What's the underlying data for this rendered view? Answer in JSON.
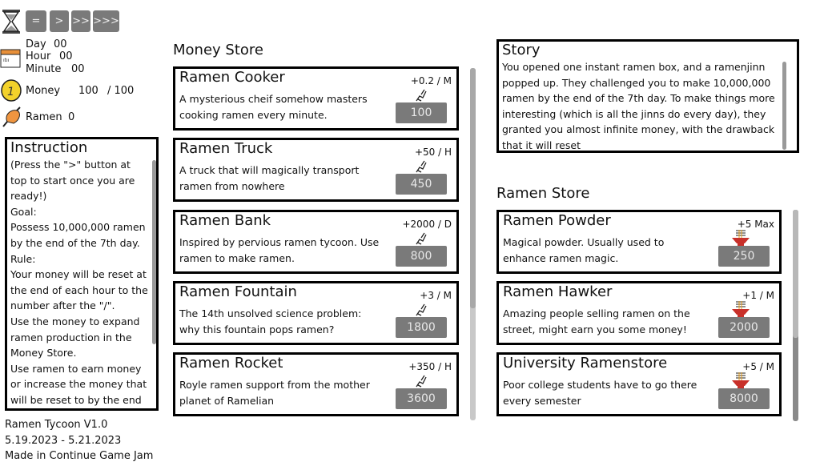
{
  "time_controls": {
    "pause": "=",
    "play": ">",
    "fast": ">>",
    "fastest": ">>>"
  },
  "stats": {
    "day_label": "Day",
    "day": "00",
    "hour_label": "Hour",
    "hour": "00",
    "minute_label": "Minute",
    "minute": "00",
    "money_label": "Money",
    "money": "100",
    "money_max": "/ 100",
    "ramen_label": "Ramen",
    "ramen": "0"
  },
  "instruction": {
    "title": "Instruction",
    "lines": [
      "(Press the \">\" button at top to start once you are ready!)",
      "Goal:",
      "Possess 10,000,000 ramen by the end of the 7th day.",
      "Rule:",
      "Your money will be reset at the end of each hour to the number after the \"/\".",
      "Use the money to expand ramen production in the Money Store.",
      "Use ramen to earn money or increase the money that will be reset to by the end"
    ]
  },
  "footer": {
    "version": "Ramen Tycoon V1.0",
    "dates": "5.19.2023 - 5.21.2023",
    "credit": "Made in Continue Game Jam"
  },
  "money_store": {
    "title": "Money Store",
    "items": [
      {
        "name": "Ramen Cooker",
        "rate": "+0.2 / M",
        "desc": "A mysterious cheif somehow masters cooking ramen every minute.",
        "price": "100"
      },
      {
        "name": "Ramen Truck",
        "rate": "+50 / H",
        "desc": "A truck that will magically transport ramen from nowhere",
        "price": "450"
      },
      {
        "name": "Ramen Bank",
        "rate": "+2000 / D",
        "desc": "Inspired by pervious ramen tycoon. Use ramen to make ramen.",
        "price": "800"
      },
      {
        "name": "Ramen Fountain",
        "rate": "+3 / M",
        "desc": "The 14th unsolved science problem: why this fountain pops ramen?",
        "price": "1800"
      },
      {
        "name": "Ramen Rocket",
        "rate": "+350 / H",
        "desc": "Royle ramen support from the mother planet of Ramelian",
        "price": "3600"
      }
    ]
  },
  "story": {
    "title": "Story",
    "text": "You opened one instant ramen box, and a ramenjinn popped up. They challenged you to make 10,000,000 ramen by the end of the 7th day. To make things more interesting (which is all the jinns do every day), they granted you almost infinite money, with the drawback that it will reset"
  },
  "ramen_store": {
    "title": "Ramen Store",
    "items": [
      {
        "name": "Ramen Powder",
        "rate": "+5 Max",
        "desc": "Magical powder. Usually used to enhance ramen magic.",
        "price": "250"
      },
      {
        "name": "Ramen Hawker",
        "rate": "+1 / M",
        "desc": "Amazing people selling ramen on the street, might earn you some money!",
        "price": "2000"
      },
      {
        "name": "University Ramenstore",
        "rate": "+5 / M",
        "desc": "Poor college students have to go there every semester",
        "price": "8000"
      }
    ]
  }
}
